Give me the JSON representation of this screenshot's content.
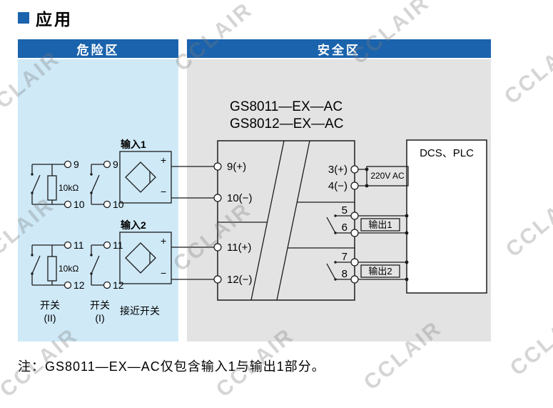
{
  "title": "应用",
  "zones": {
    "hazard": "危险区",
    "safe": "安全区"
  },
  "models": {
    "line1": "GS8011—EX—AC",
    "line2": "GS8012—EX—AC"
  },
  "device": {
    "t9": "9(+)",
    "t10": "10(−)",
    "t11": "11(+)",
    "t12": "12(−)",
    "t3": "3(+)",
    "t4": "4(−)",
    "t5": "5",
    "t6": "6",
    "t7": "7",
    "t8": "8"
  },
  "right": {
    "power": "220V AC",
    "out1": "输出1",
    "out2": "输出2",
    "dcs": "DCS、PLC"
  },
  "inputs": {
    "in1": "输入1",
    "in2": "输入2",
    "plus": "+",
    "minus": "−",
    "res1": "10kΩ",
    "res2": "10kΩ",
    "prox": "接近开关"
  },
  "switches": {
    "sw2_name": "开关",
    "sw2_num": "(II)",
    "sw1_name": "开关",
    "sw1_num": "(I)"
  },
  "circuits": {
    "a_top": "9",
    "a_bot": "10",
    "b_top": "9",
    "b_bot": "10",
    "c_top": "11",
    "c_bot": "12",
    "d_top": "11",
    "d_bot": "12"
  },
  "note": "注：GS8011—EX—AC仅包含输入1与输出1部分。",
  "watermark": "CCLAIR",
  "colors": {
    "header_blue": "#1b63ac",
    "hazard_bg": "#cfe9f7",
    "safe_bg": "#e3e3e3"
  }
}
